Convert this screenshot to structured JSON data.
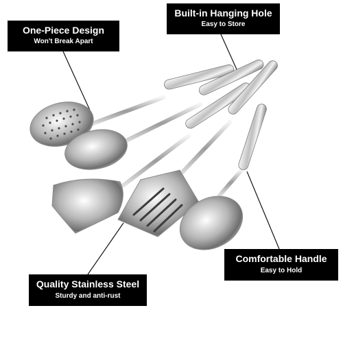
{
  "callouts": {
    "one_piece": {
      "title": "One-Piece Design",
      "subtitle": "Won't Break Apart"
    },
    "hanging_hole": {
      "title": "Built-in Hanging Hole",
      "subtitle": "Easy to Store"
    },
    "handle": {
      "title": "Comfortable Handle",
      "subtitle": "Easy to Hold"
    },
    "steel": {
      "title": "Quality Stainless Steel",
      "subtitle": "Sturdy and anti-rust"
    }
  },
  "colors": {
    "callout_bg": "#000000",
    "callout_text": "#ffffff",
    "steel_light": "#e8e8e8",
    "steel_dark": "#6f6f6f"
  }
}
